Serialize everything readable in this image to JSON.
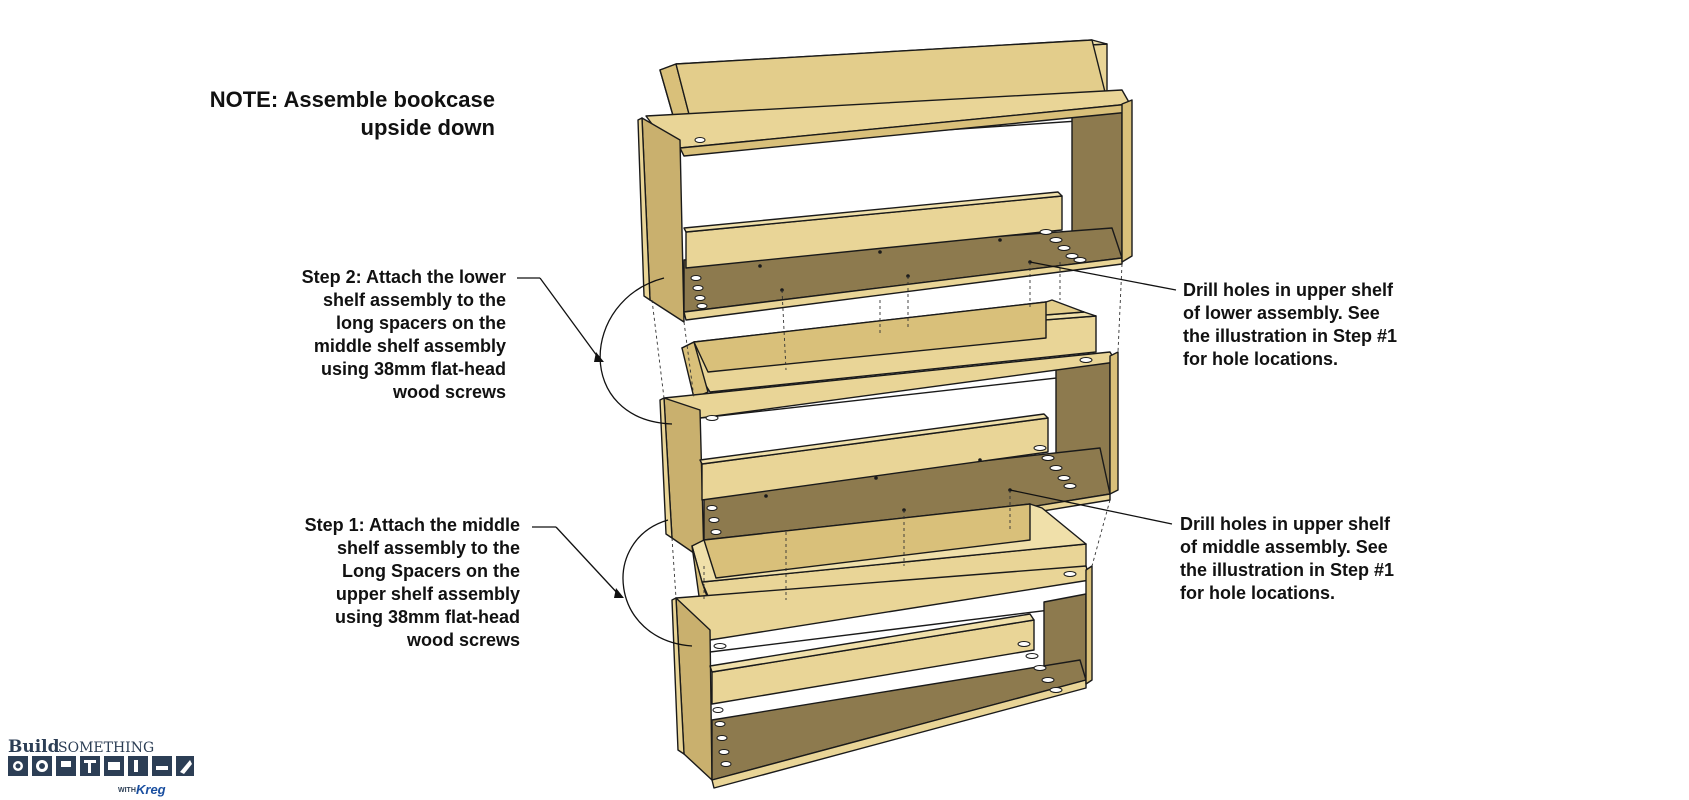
{
  "note": {
    "text": "NOTE: Assemble bookcase\nupside down"
  },
  "callouts": {
    "step2": "Step 2: Attach the lower\nshelf assembly to the\nlong spacers on the\nmiddle shelf assembly\nusing 38mm flat-head\nwood screws",
    "step1": "Step 1: Attach the middle\nshelf assembly to the\nLong Spacers on the\nupper shelf assembly\nusing 38mm flat-head\nwood screws",
    "drill_lower": "Drill holes in upper shelf\nof lower assembly. See\nthe illustration in Step #1\nfor hole locations.",
    "drill_middle": "Drill holes in upper shelf\nof middle assembly. See\nthe illustration in Step #1\nfor hole locations."
  },
  "logo": {
    "word1": "Build",
    "word2": "SOMETHING",
    "with": "WITH",
    "brand": "Kreg"
  },
  "colors": {
    "wood_light": "#e9d597",
    "wood_mid": "#d9c07a",
    "wood_dark": "#8d7a4e",
    "wood_shadow": "#76663f",
    "outline": "#1a1a1a",
    "logo_blue": "#2c3e55",
    "kreg_blue": "#1a4fa0"
  }
}
